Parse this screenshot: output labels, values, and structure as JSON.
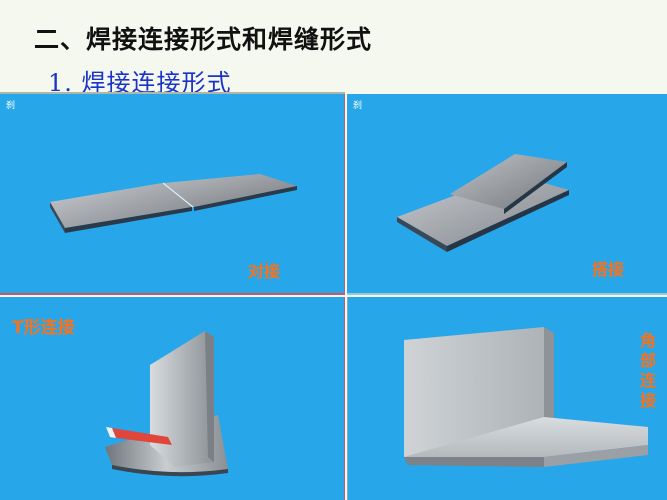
{
  "header": {
    "title": "二、焊接连接形式和焊缝形式",
    "subtitle": "1. 焊接连接形式"
  },
  "panels": [
    {
      "name": "butt",
      "label": "对接",
      "corner_glyph": "刹"
    },
    {
      "name": "lap",
      "label": "搭接",
      "corner_glyph": "刹"
    },
    {
      "name": "t-joint",
      "label": "T形连接",
      "corner_glyph": ""
    },
    {
      "name": "corner",
      "label": "角部连接",
      "corner_glyph": ""
    }
  ],
  "colors": {
    "panel_bg": "#27a7ea",
    "label": "#f5731f",
    "subtitle": "#1a33c8"
  }
}
